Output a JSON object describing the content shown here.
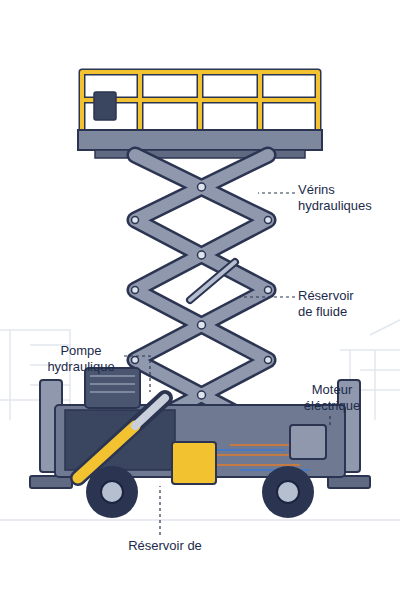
{
  "diagram": {
    "labels": [
      "Vérins hydrauliques",
      "Réservoir de fluide",
      "Pompe hydraulique",
      "Moteur éléctrique",
      "Réservoir de"
    ]
  }
}
